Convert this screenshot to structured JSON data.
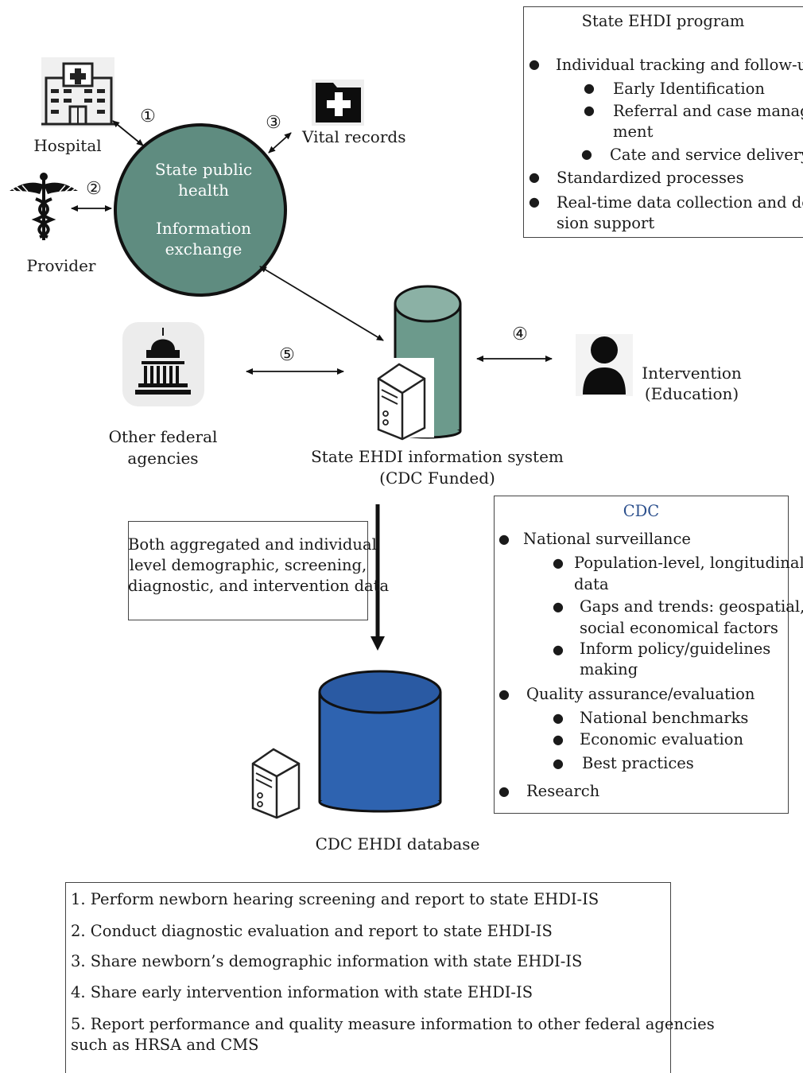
{
  "nodes": {
    "hospital": "Hospital",
    "provider": "Provider",
    "vital_records": "Vital records",
    "hub_line1": "State public",
    "hub_line2": "health",
    "hub_line3": "Information",
    "hub_line4": "exchange",
    "federal_line1": "Other federal",
    "federal_line2": "agencies",
    "ehdi_is_line1": "State EHDI information system",
    "ehdi_is_line2": "(CDC Funded)",
    "intervention_line1": "Intervention",
    "intervention_line2": "(Education)",
    "cdc_db": "CDC EHDI database"
  },
  "markers": {
    "m1": "①",
    "m2": "②",
    "m3": "③",
    "m4": "④",
    "m5": "⑤"
  },
  "state_program": {
    "title": "State EHDI program",
    "items": [
      "Individual tracking and follow-up",
      "Early Identification",
      "Referral and case manage-",
      "ment",
      "Cate and service delivery",
      "Standardized processes",
      "Real-time data collection and deci-",
      "sion support"
    ]
  },
  "data_note": {
    "line1": "Both aggregated and individual",
    "line2": "level demographic, screening,",
    "line3": "diagnostic, and intervention data"
  },
  "cdc": {
    "title": "CDC",
    "items": [
      "National surveillance",
      "Population-level, longitudinal",
      "data",
      "Gaps and trends: geospatial,",
      "social economical factors",
      "Inform policy/guidelines",
      "making",
      "Quality assurance/evaluation",
      "National benchmarks",
      "Economic evaluation",
      "Best practices",
      "Research"
    ]
  },
  "legend": {
    "items": [
      "1. Perform newborn hearing screening and report to state EHDI-IS",
      "2. Conduct diagnostic evaluation and report to state EHDI-IS",
      "3. Share newborn’s demographic information with state EHDI-IS",
      "4. Share early intervention information with state EHDI-IS",
      "5. Report performance and quality measure information to other federal agencies",
      "such as HRSA and CMS"
    ]
  },
  "colors": {
    "hub": "#5f8c80",
    "state_cylinder": "#6c9a8c",
    "cdc_cylinder": "#2e63b0",
    "cdc_title": "#2b4f8c"
  }
}
